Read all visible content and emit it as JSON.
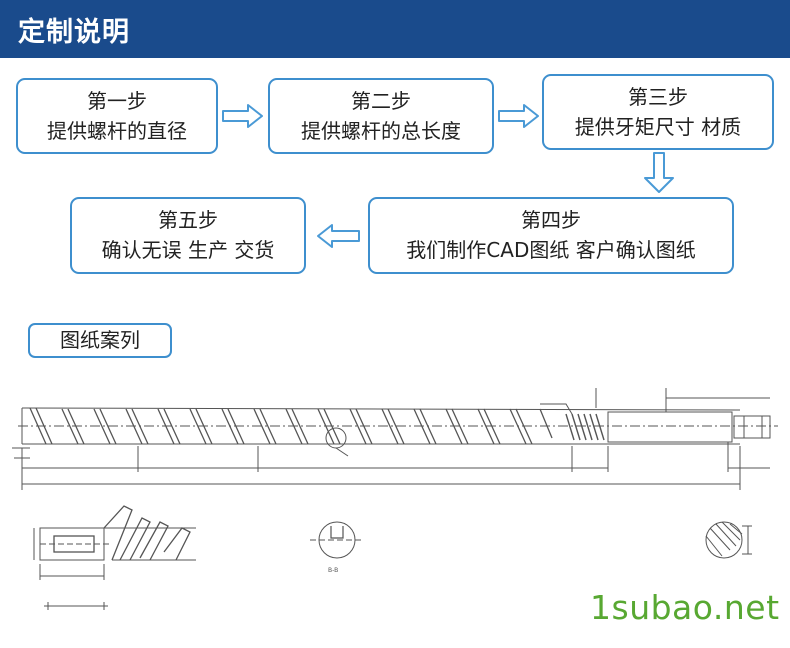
{
  "header": {
    "title": "定制说明"
  },
  "steps": [
    {
      "title": "第一步",
      "desc": "提供螺杆的直径"
    },
    {
      "title": "第二步",
      "desc": "提供螺杆的总长度"
    },
    {
      "title": "第三步",
      "desc": "提供牙矩尺寸 材质"
    },
    {
      "title": "第四步",
      "desc": "我们制作CAD图纸 客户确认图纸"
    },
    {
      "title": "第五步",
      "desc": "确认无误 生产 交货"
    }
  ],
  "case_section": {
    "label": "图纸案列"
  },
  "drawing": {
    "section_label": "B-B"
  },
  "watermark": {
    "text": "1subao.net"
  },
  "colors": {
    "banner": "#1a4b8c",
    "border": "#3e8fce",
    "arrow": "#4a9ad6",
    "watermark": "#58a832"
  }
}
